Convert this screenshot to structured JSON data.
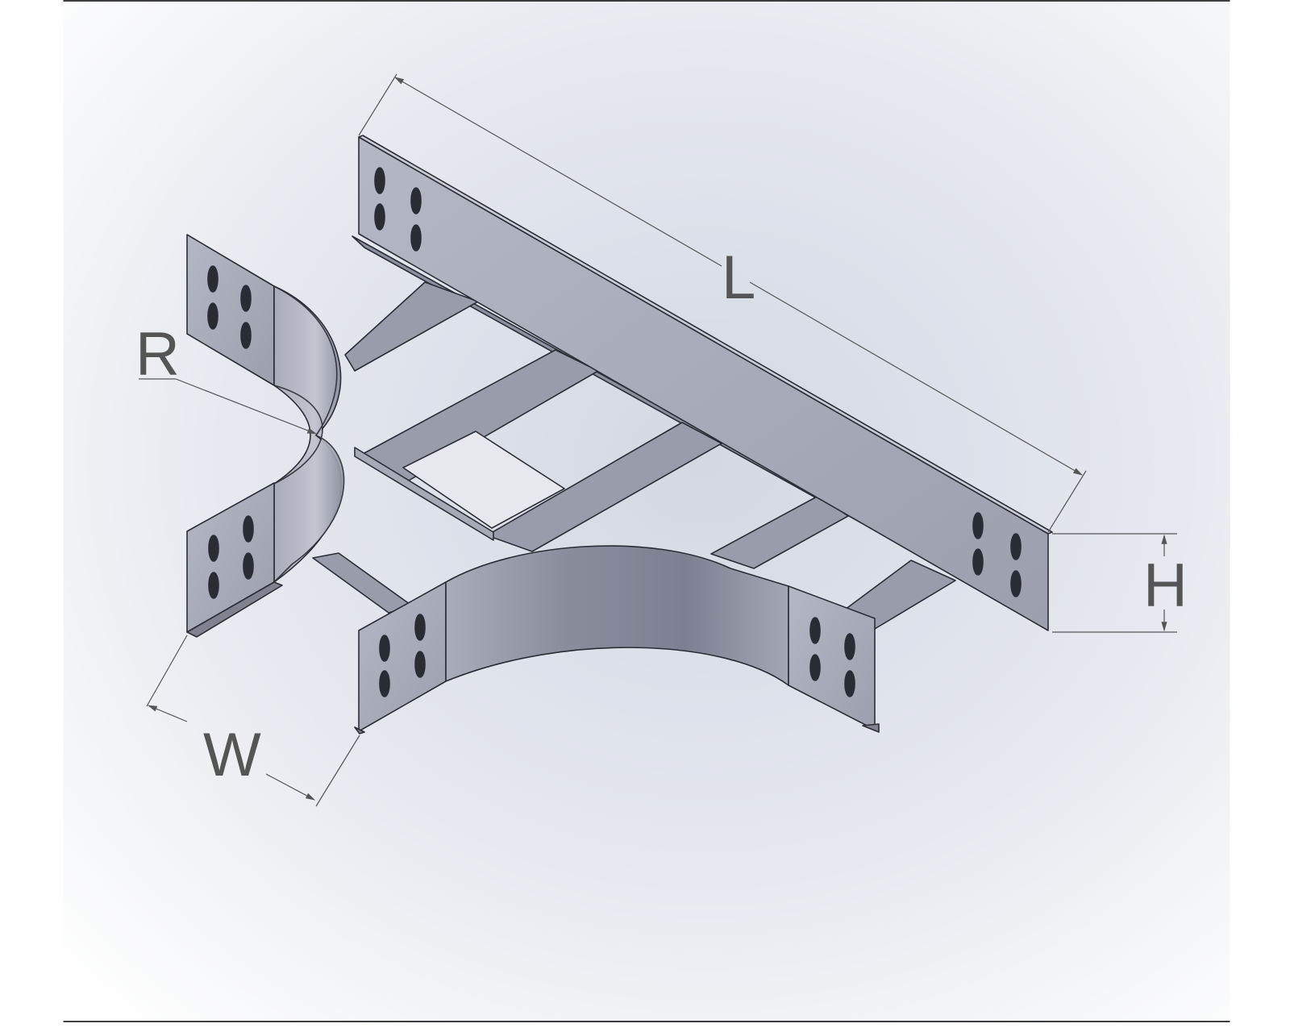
{
  "dimensions": {
    "length_label": "L",
    "height_label": "H",
    "width_label": "W",
    "radius_label": "R"
  }
}
